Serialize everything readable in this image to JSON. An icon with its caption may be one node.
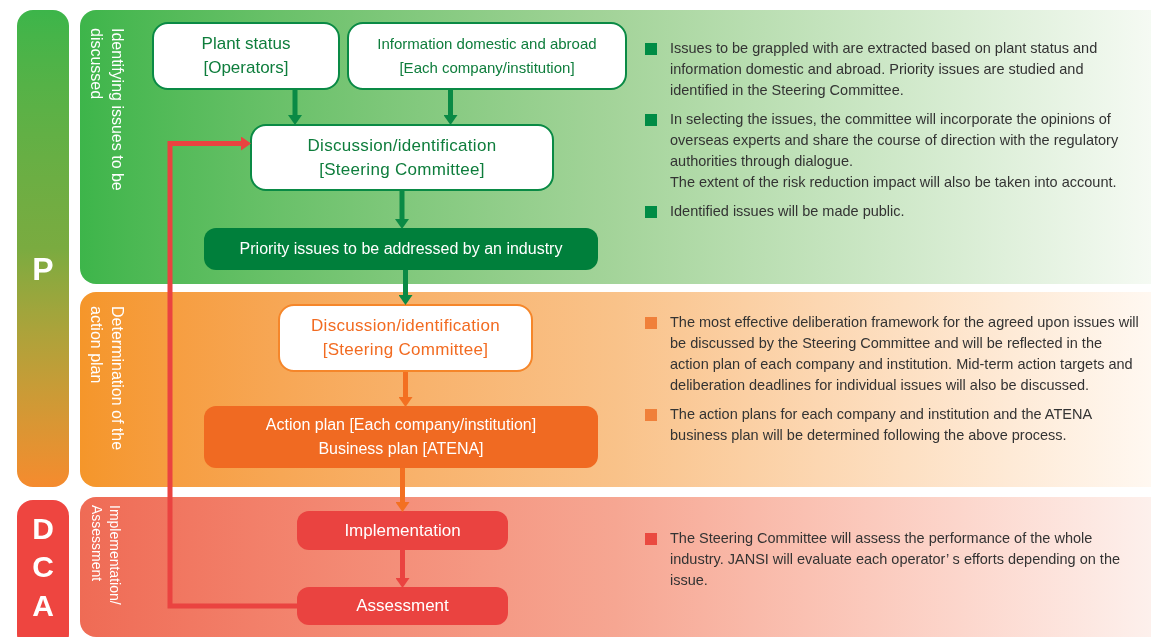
{
  "diagram": {
    "nodes": [
      {
        "text": [
          "P"
        ]
      },
      {
        "text": [
          "DCA"
        ]
      },
      {
        "text": [
          "Identifying issues to be discussed"
        ]
      },
      {
        "text": [
          "Plant status",
          "[Operators]"
        ],
        "in": 2
      },
      {
        "text": [
          "Information domestic and abroad",
          "[Each company/institution]"
        ],
        "in": 2
      },
      {
        "text": [
          "Discussion/identification",
          "[Steering Committee]"
        ],
        "in": 2
      },
      {
        "text": [
          "Priority issues to be addressed by an industry"
        ],
        "in": 2
      },
      {
        "text": [
          "Determination of the action plan"
        ]
      },
      {
        "text": [
          "Discussion/identification",
          "[Steering Committee]"
        ],
        "in": 7
      },
      {
        "text": [
          "Action plan [Each company/institution]",
          "Business plan [ATENA]"
        ],
        "in": 7
      },
      {
        "text": [
          "Implementation/ Assessment"
        ]
      },
      {
        "text": [
          "Implementation"
        ],
        "in": 10
      },
      {
        "text": [
          "Assessment"
        ],
        "in": 10
      }
    ],
    "edges": [
      {
        "from": 3,
        "to": 5,
        "arrow": "to"
      },
      {
        "from": 4,
        "to": 5,
        "arrow": "to"
      },
      {
        "from": 5,
        "to": 6,
        "arrow": "to"
      },
      {
        "from": 6,
        "to": 8,
        "arrow": "to"
      },
      {
        "from": 8,
        "to": 9,
        "arrow": "to",
        "color": "#f37021"
      },
      {
        "from": 9,
        "to": 11,
        "arrow": "to",
        "color": "#f37021"
      },
      {
        "from": 11,
        "to": 12,
        "arrow": "to",
        "color": "#ea4340"
      },
      {
        "from": 12,
        "to": 5,
        "arrow": "to",
        "color": "#ea4340"
      }
    ],
    "labels": [
      "Issues to be grappled with are extracted based on plant status and information domestic and abroad. Priority issues are studied and identified in the Steering Committee.",
      "In selecting the issues, the committee will incorporate the opinions of overseas experts and share the course of direction with the regulatory authorities through dialogue.",
      "The extent of the risk reduction impact will also be taken into account.",
      "Identified issues will be made public.",
      "The most effective deliberation framework for the agreed upon issues will be discussed by the Steering Committee and will be reflected in the action plan of each company and institution. Mid-term action targets and deliberation deadlines for individual issues will also be discussed.",
      "The action plans for each company and institution and the ATENA business plan will be determined following the above process.",
      "The Steering Committee will assess the performance of the whole industry. JANSI will evaluate each operator’ s efforts depending on the issue."
    ]
  }
}
